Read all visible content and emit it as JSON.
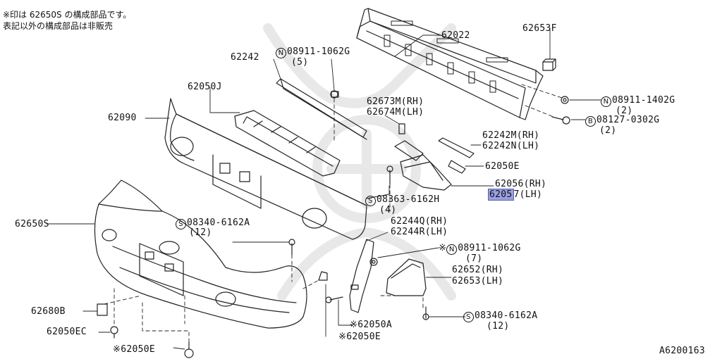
{
  "notes": {
    "line1": "※印は 62650S の構成部品です。",
    "line2": "表記以外の構成部品は非販売"
  },
  "labels": {
    "l62022": "62022",
    "l62653F": "62653F",
    "l62242": "62242",
    "l08911_1062G_top": "08911-1062G",
    "q5": "(5)",
    "l62050J": "62050J",
    "l62090": "62090",
    "l62673M": "62673M(RH)",
    "l62674M": "62674M(LH)",
    "l08911_1402G": "08911-1402G",
    "q2a": "(2)",
    "l08127_0302G": "08127-0302G",
    "q2b": "(2)",
    "l62242M": "62242M(RH)",
    "l62242N": "62242N(LH)",
    "l62050E_r": "62050E",
    "l62056": "62056(RH)",
    "l62057_hl": "6205",
    "l62057_rest": "7(LH)",
    "l08363_6162H": "08363-6162H",
    "q4": "(4)",
    "l62650S": "62650S",
    "l08340_6162A_top": "08340-6162A",
    "q12a": "(12)",
    "l62244Q": "62244Q(RH)",
    "l62244R": "62244R(LH)",
    "l08911_1062G_mid": "08911-1062G",
    "q7": "(7)",
    "l62652": "62652(RH)",
    "l62653": "62653(LH)",
    "l62680B": "62680B",
    "l62050EC": "62050EC",
    "l08340_6162A_bot": "08340-6162A",
    "q12b": "(12)",
    "l62050A": "62050A",
    "l62050E_mid": "62050E",
    "l62050E_bot": "62050E",
    "diagram_id": "A6200163"
  },
  "marks": {
    "n": "N",
    "s": "S",
    "b": "B",
    "kome": "※"
  }
}
